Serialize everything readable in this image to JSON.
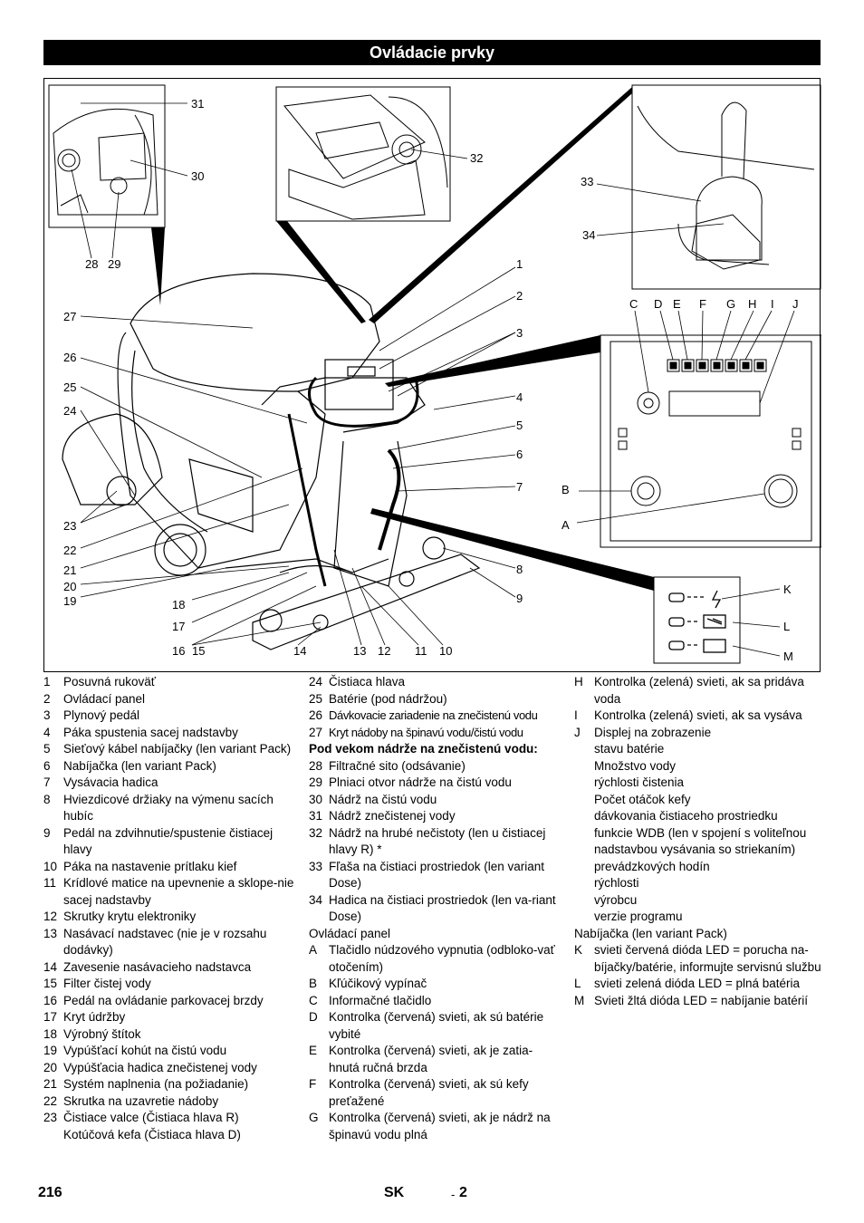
{
  "header": {
    "title": "Ovládacie prvky"
  },
  "figure": {
    "callouts": {
      "c31": "31",
      "c30": "30",
      "c28": "28",
      "c29": "29",
      "c32": "32",
      "c33": "33",
      "c34": "34",
      "c1": "1",
      "c2": "2",
      "c3": "3",
      "c4": "4",
      "c5": "5",
      "c6": "6",
      "c7": "7",
      "c8": "8",
      "c9": "9",
      "c27": "27",
      "c26": "26",
      "c25": "25",
      "c24": "24",
      "c23": "23",
      "c22": "22",
      "c21": "21",
      "c20": "20",
      "c19": "19",
      "c18": "18",
      "c17": "17",
      "c16": "16",
      "c15": "15",
      "c14": "14",
      "c13": "13",
      "c12": "12",
      "c11": "11",
      "c10": "10",
      "cC": "C",
      "cD": "D",
      "cE": "E",
      "cF": "F",
      "cG": "G",
      "cH": "H",
      "cI": "I",
      "cJ": "J",
      "cB": "B",
      "cA": "A",
      "cK": "K",
      "cL": "L",
      "cM": "M"
    }
  },
  "legend": {
    "col1": [
      {
        "n": "1",
        "t": "Posuvná rukoväť"
      },
      {
        "n": "2",
        "t": "Ovládací panel"
      },
      {
        "n": "3",
        "t": "Plynový pedál"
      },
      {
        "n": "4",
        "t": "Páka spustenia sacej nadstavby"
      },
      {
        "n": "5",
        "t": "Sieťový kábel nabíjačky (len variant Pack)"
      },
      {
        "n": "6",
        "t": "Nabíjačka (len variant Pack)"
      },
      {
        "n": "7",
        "t": "Vysávacia hadica"
      },
      {
        "n": "8",
        "t": "Hviezdicové držiaky na výmenu sacích hubíc"
      },
      {
        "n": "9",
        "t": "Pedál na zdvihnutie/spustenie čistiacej hlavy"
      },
      {
        "n": "10",
        "t": "Páka na nastavenie prítlaku kief"
      },
      {
        "n": "11",
        "t": "Krídlové matice na upevnenie a sklope-nie sacej nadstavby"
      },
      {
        "n": "12",
        "t": "Skrutky krytu elektroniky"
      },
      {
        "n": "13",
        "t": "Nasávací nadstavec (nie je v rozsahu dodávky)"
      },
      {
        "n": "14",
        "t": "Zavesenie nasávacieho nadstavca"
      },
      {
        "n": "15",
        "t": "Filter čistej vody"
      },
      {
        "n": "16",
        "t": "Pedál na ovládanie parkovacej brzdy"
      },
      {
        "n": "17",
        "t": "Kryt údržby"
      },
      {
        "n": "18",
        "t": "Výrobný štítok"
      },
      {
        "n": "19",
        "t": "Vypúšťací kohút na čistú vodu"
      },
      {
        "n": "20",
        "t": "Vypúšťacia hadica znečistenej vody"
      },
      {
        "n": "21",
        "t": "Systém naplnenia (na požiadanie)"
      },
      {
        "n": "22",
        "t": "Skrutka na uzavretie nádoby"
      },
      {
        "n": "23",
        "t": "Čistiace valce (Čistiaca hlava R)"
      },
      {
        "n": "",
        "t": "Kotúčová kefa (Čistiaca hlava D)"
      }
    ],
    "col2": [
      {
        "n": "24",
        "t": "Čistiaca hlava"
      },
      {
        "n": "25",
        "t": "Batérie (pod nádržou)"
      },
      {
        "n": "26",
        "t": "Dávkovacie zariadenie na znečistenú vodu"
      },
      {
        "n": "27",
        "t": "Kryt nádoby na špinavú vodu/čistú vodu"
      },
      {
        "subhead": "Pod vekom nádrže na znečistenú vodu:"
      },
      {
        "n": "28",
        "t": "Filtračné sito (odsávanie)"
      },
      {
        "n": "29",
        "t": "Plniaci otvor nádrže na čistú vodu"
      },
      {
        "n": "30",
        "t": "Nádrž na čistú vodu"
      },
      {
        "n": "31",
        "t": "Nádrž znečistenej vody"
      },
      {
        "n": "32",
        "t": "Nádrž na hrubé nečistoty (len u čistiacej hlavy R) *"
      },
      {
        "n": "33",
        "t": "Fľaša na čistiaci prostriedok (len variant Dose)"
      },
      {
        "n": "34",
        "t": "Hadica na čistiaci prostriedok (len va-riant Dose)"
      },
      {
        "plain": "Ovládací panel"
      },
      {
        "n": "A",
        "t": "Tlačidlo núdzového vypnutia (odbloko-vať otočením)"
      },
      {
        "n": "B",
        "t": "Kľúčikový vypínač"
      },
      {
        "n": "C",
        "t": "Informačné tlačidlo"
      },
      {
        "n": "D",
        "t": "Kontrolka (červená) svieti, ak sú batérie vybité"
      },
      {
        "n": "E",
        "t": "Kontrolka (červená) svieti, ak je zatia-hnutá ručná brzda"
      },
      {
        "n": "F",
        "t": "Kontrolka (červená) svieti, ak sú kefy preťažené"
      },
      {
        "n": "G",
        "t": "Kontrolka (červená) svieti, ak je nádrž na špinavú vodu plná"
      }
    ],
    "col3": [
      {
        "n": "H",
        "t": "Kontrolka (zelená) svieti, ak sa pridáva voda"
      },
      {
        "n": "I",
        "t": "Kontrolka (zelená) svieti, ak sa vysáva"
      },
      {
        "n": "J",
        "t": "Displej na zobrazenie"
      },
      {
        "cont": "stavu batérie"
      },
      {
        "cont": "Množstvo vody"
      },
      {
        "cont": "rýchlosti čistenia"
      },
      {
        "cont": "Počet otáčok kefy"
      },
      {
        "cont": "dávkovania čistiaceho prostriedku"
      },
      {
        "cont": "funkcie WDB (len v spojení s voliteľnou nadstavbou vysávania so striekaním)"
      },
      {
        "cont": "prevádzkových hodín"
      },
      {
        "cont": "rýchlosti"
      },
      {
        "cont": "výrobcu"
      },
      {
        "cont": "verzie programu"
      },
      {
        "plain": "Nabíjačka (len variant Pack)"
      },
      {
        "n": "K",
        "t": "svieti červená dióda LED = porucha na-bíjačky/batérie, informujte servisnú službu"
      },
      {
        "n": "L",
        "t": "svieti zelená dióda LED = plná batéria"
      },
      {
        "n": "M",
        "t": "Svieti žltá dióda LED = nabíjanie batérií"
      }
    ]
  },
  "footer": {
    "page": "216",
    "lang": "SK",
    "dash": "-",
    "section": "2"
  }
}
